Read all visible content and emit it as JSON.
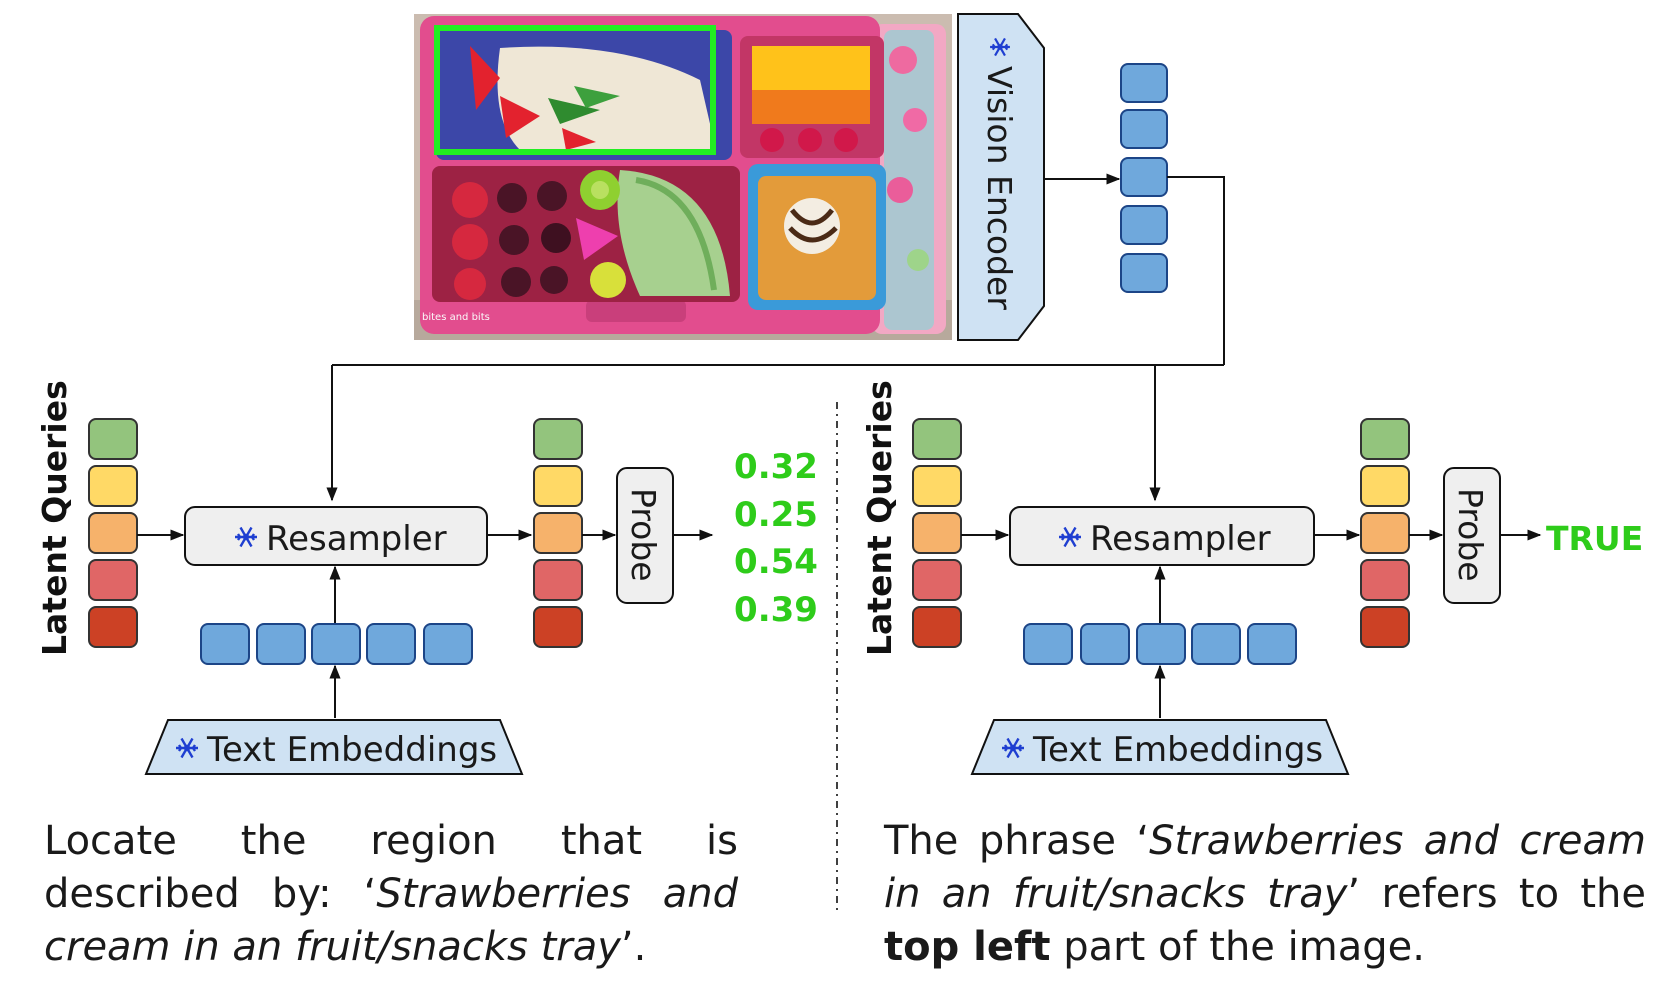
{
  "vision_encoder": {
    "label": "Vision Encoder",
    "icon": "snowflake-icon"
  },
  "left_panel": {
    "latent_queries_label": "Latent Queries",
    "resampler_label": "Resampler",
    "probe_label": "Probe",
    "text_embeddings_label": "Text Embeddings",
    "scores": [
      "0.32",
      "0.25",
      "0.54",
      "0.39"
    ],
    "caption": {
      "part1": "Locate the region that is described by: ‘",
      "italic": "Strawberries and cream in an fruit/snacks tray",
      "part2": "’."
    }
  },
  "right_panel": {
    "latent_queries_label": "Latent Queries",
    "resampler_label": "Resampler",
    "probe_label": "Probe",
    "text_embeddings_label": "Text Embeddings",
    "output": "TRUE",
    "caption": {
      "part1": "The phrase ‘",
      "italic": "Strawberries and cream in an fruit/snacks tray",
      "part2": "’ refers to the ",
      "bold": "top left",
      "part3": " part of the image."
    }
  },
  "image": {
    "watermark": "bites and bits"
  },
  "colors": {
    "query_colors": [
      "#93c47d",
      "#ffd966",
      "#f6b26b",
      "#e06666",
      "#cc4125"
    ],
    "token_fill": "#6fa8dc",
    "token_stroke": "#1c4587",
    "frozen_fill": "#cfe2f3",
    "box_fill": "#efefef",
    "score_green": "#2ecc1a",
    "snowflake_blue": "#1f3fd1",
    "highlight_green": "#22ee22"
  }
}
